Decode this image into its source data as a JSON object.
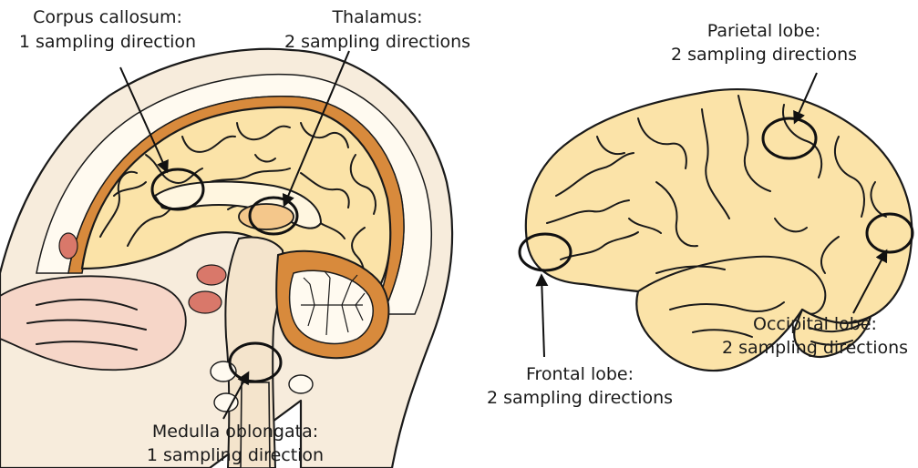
{
  "labels": {
    "corpus_callosum": {
      "name": "Corpus callosum:",
      "detail": "1 sampling direction"
    },
    "thalamus": {
      "name": "Thalamus:",
      "detail": "2 sampling directions"
    },
    "medulla": {
      "name": "Medulla oblongata:",
      "detail": "1 sampling direction"
    },
    "parietal": {
      "name": "Parietal lobe:",
      "detail": "2 sampling directions"
    },
    "frontal": {
      "name": "Frontal lobe:",
      "detail": "2 sampling directions"
    },
    "occipital": {
      "name": "Occipital lobe:",
      "detail": "2 sampling directions"
    }
  },
  "colors": {
    "brain": "#fbe3a8",
    "skin": "#f4e4cc",
    "dura": "#d88a3c",
    "ventricle": "#fff6e0",
    "vessel": "#d9786a",
    "outline": "#1a1a1a"
  }
}
